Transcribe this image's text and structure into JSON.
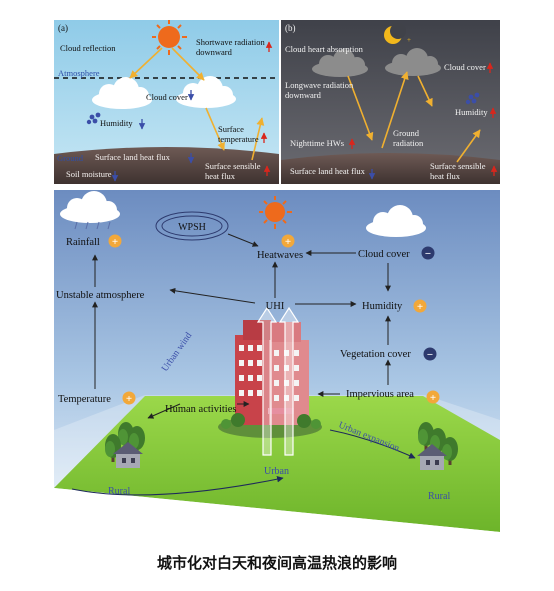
{
  "panel_a": {
    "label": "(a)",
    "cloud_reflection": "Cloud reflection",
    "shortwave": [
      "Shortwave radiation",
      "downward"
    ],
    "atmosphere": "Atmosphere",
    "cloud_cover": "Cloud cover",
    "humidity": "Humidity",
    "surface_temperature": [
      "Surface",
      "temperature"
    ],
    "ground": "Ground",
    "surface_land_heat_flux": "Surface land heat flux",
    "soil_moisture": "Soil moisture",
    "surface_sensible_heat_flux": [
      "Surface sensible",
      "heat flux"
    ]
  },
  "panel_b": {
    "label": "(b)",
    "cloud_heart_absorption": "Cloud heart absorption",
    "cloud_cover": "Cloud cover",
    "longwave": [
      "Longwave radiation",
      "downward"
    ],
    "humidity": "Humidity",
    "ground_radiation": [
      "Ground",
      "radiation"
    ],
    "nighttime_hws": "Nighttime HWs",
    "surface_land_heat_flux": "Surface land heat flux",
    "surface_sensible_heat_flux": [
      "Surface sensible",
      "heat flux"
    ]
  },
  "panel_c": {
    "wpsh": "WPSH",
    "heatwaves": "Heatwaves",
    "cloud_cover": "Cloud cover",
    "rainfall": "Rainfall",
    "unstable_atmosphere": "Unstable atmosphere",
    "uhi": "UHI",
    "humidity": "Humidity",
    "urban_wind": "Urban wind",
    "vegetation_cover": "Vegetation cover",
    "temperature": "Temperature",
    "human_activities": "Human activities",
    "impervious_area": "Impervious area",
    "urban_expansion": "Urban expansion",
    "urban": "Urban",
    "rural_left": "Rural",
    "rural_right": "Rural",
    "plus": "+",
    "minus": "−"
  },
  "caption": "城市化对白天和夜间高温热浪的影响",
  "colors": {
    "day_sky": "#9fd3ec",
    "night_sky": "#4a4c54",
    "ground": "#5a4a46",
    "badge_orange": "#f2a83a",
    "badge_navy": "#2d3a6e",
    "sun": "#ee6a1c",
    "moon": "#f2b81c",
    "arrow_red": "#d9261c",
    "arrow_blue": "#3b4ea8"
  }
}
